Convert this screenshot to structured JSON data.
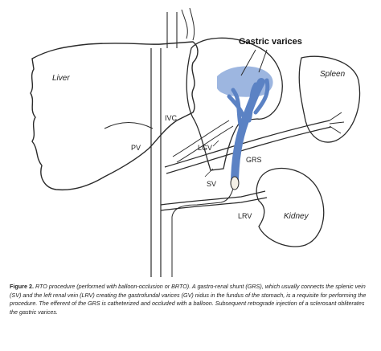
{
  "labels": {
    "liver": "Liver",
    "spleen": "Spleen",
    "ivc": "IVC",
    "pv": "PV",
    "lgv": "LGV",
    "sv": "SV",
    "grs": "GRS",
    "lrv": "LRV",
    "kidney": "Kidney",
    "gastric_varices": "Gastric varices"
  },
  "caption": {
    "heading": "Figure 2.",
    "text": "RTO procedure (performed with balloon-occlusion or BRTO). A gastro-renal shunt (GRS), which usually connects the splenic vein (SV) and the left renal vein (LRV) creating the gastrofundal varices (GV) nidus in the fundus of the stomach, is a requisite for performing the procedure. The efferent of the GRS is catheterized and occluded with a balloon. Subsequent retrograde injection of a sclerosant obliterates the gastric varices."
  },
  "colors": {
    "vessel_blue": "#5b82c4",
    "varix_light": "#9db6e0",
    "outline": "#2a2a2a"
  }
}
